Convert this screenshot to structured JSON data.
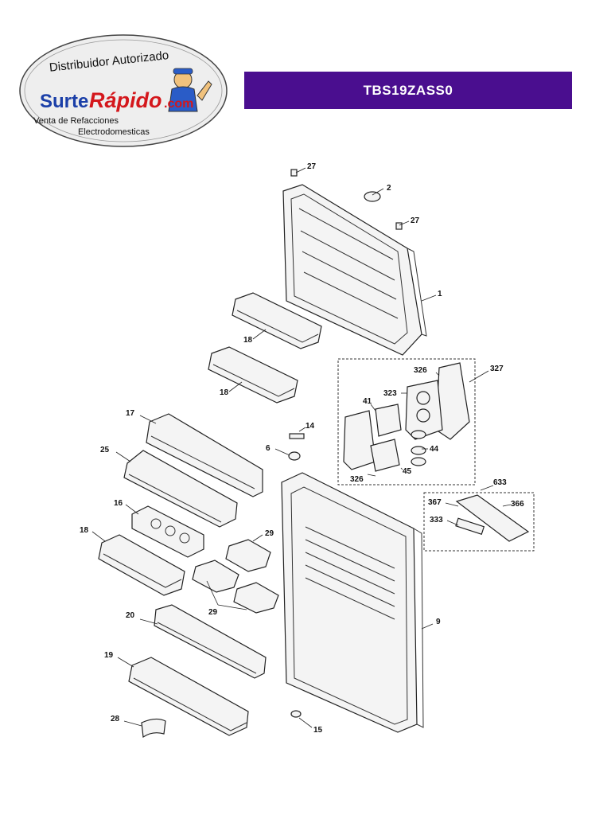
{
  "logo": {
    "tagline_top": "Distribuidor Autorizado",
    "brand_surte": "Surte",
    "brand_rapido": "Rápido",
    "brand_com": ".com",
    "sub_line1": "Venta de Refacciones",
    "sub_line2": "Electrodomesticas"
  },
  "model_banner": "TBS19ZASS0",
  "colors": {
    "banner_bg": "#4a0e8f",
    "brand_blue": "#1b3fa8",
    "brand_red": "#d4171c"
  },
  "part_labels": {
    "p27a": "27",
    "p2": "2",
    "p27b": "27",
    "p1": "1",
    "p18a": "18",
    "p18b": "18",
    "p326a": "326",
    "p327": "327",
    "p323": "323",
    "p41": "41",
    "p44": "44",
    "p45": "45",
    "p326b": "326",
    "p17": "17",
    "p14": "14",
    "p6": "6",
    "p25": "25",
    "p633": "633",
    "p367": "367",
    "p366": "366",
    "p333": "333",
    "p16": "16",
    "p18c": "18",
    "p29a": "29",
    "p29b": "29",
    "p20": "20",
    "p9": "9",
    "p19": "19",
    "p28": "28",
    "p15": "15"
  }
}
